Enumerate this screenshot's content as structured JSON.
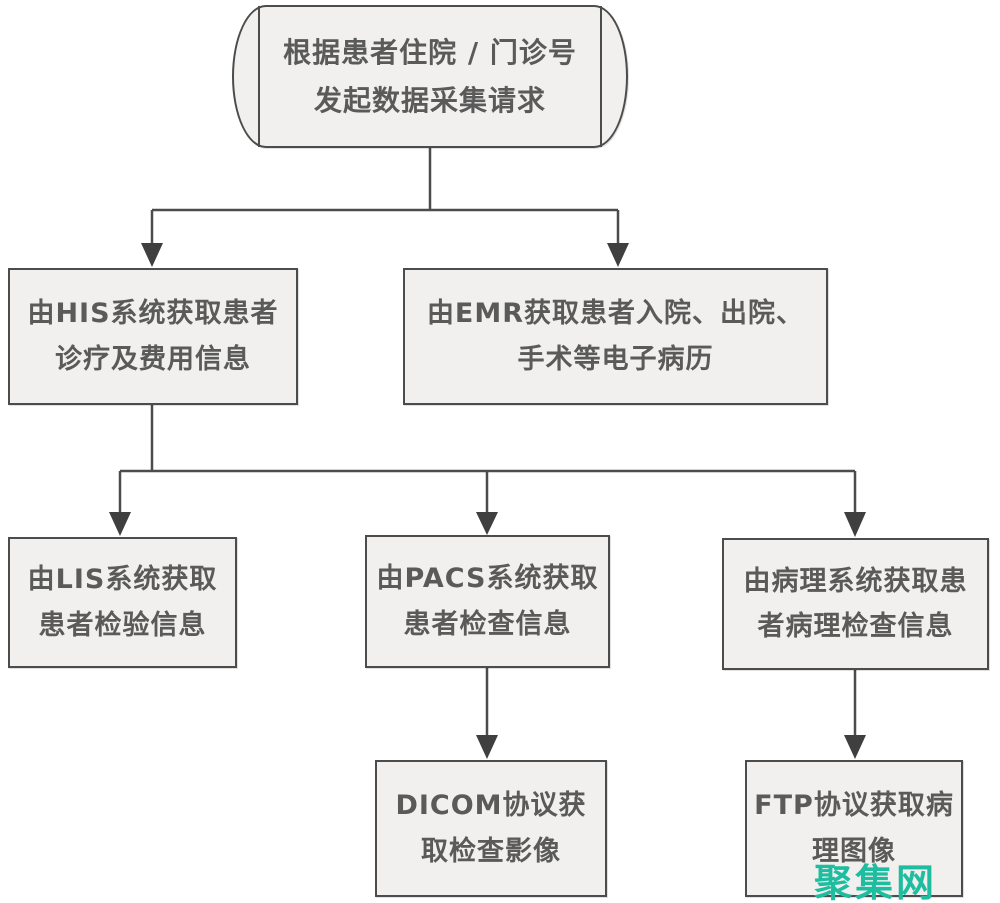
{
  "diagram_type": "flowchart",
  "nodes": {
    "start": {
      "shape": "terminator",
      "line1": "根据患者住院 / 门诊号",
      "line2": "发起数据采集请求"
    },
    "his": {
      "shape": "process",
      "line1": "由HIS系统获取患者",
      "line2": "诊疗及费用信息"
    },
    "emr": {
      "shape": "process",
      "line1": "由EMR获取患者入院、出院、",
      "line2": "手术等电子病历"
    },
    "lis": {
      "shape": "process",
      "line1": "由LIS系统获取",
      "line2": "患者检验信息"
    },
    "pacs": {
      "shape": "process",
      "line1": "由PACS系统获取",
      "line2": "患者检查信息"
    },
    "pathology": {
      "shape": "process",
      "line1": "由病理系统获取患",
      "line2": "者病理检查信息"
    },
    "dicom": {
      "shape": "process",
      "line1": "DICOM协议获",
      "line2": "取检查影像"
    },
    "ftp": {
      "shape": "process",
      "line1": "FTP协议获取病",
      "line2": "理图像"
    }
  },
  "edges": [
    {
      "from": "start",
      "to": "his"
    },
    {
      "from": "start",
      "to": "emr"
    },
    {
      "from": "his",
      "to": "lis"
    },
    {
      "from": "his",
      "to": "pacs"
    },
    {
      "from": "his",
      "to": "pathology"
    },
    {
      "from": "pacs",
      "to": "dicom"
    },
    {
      "from": "pathology",
      "to": "ftp"
    }
  ],
  "watermark": {
    "text": "聚集网"
  },
  "colors": {
    "border": "#4c4c4c",
    "fill": "#f1f0ee",
    "text": "#5a5a5a",
    "line": "#4c4c4c",
    "background": "#ffffff",
    "watermark": "#1ebda0"
  }
}
